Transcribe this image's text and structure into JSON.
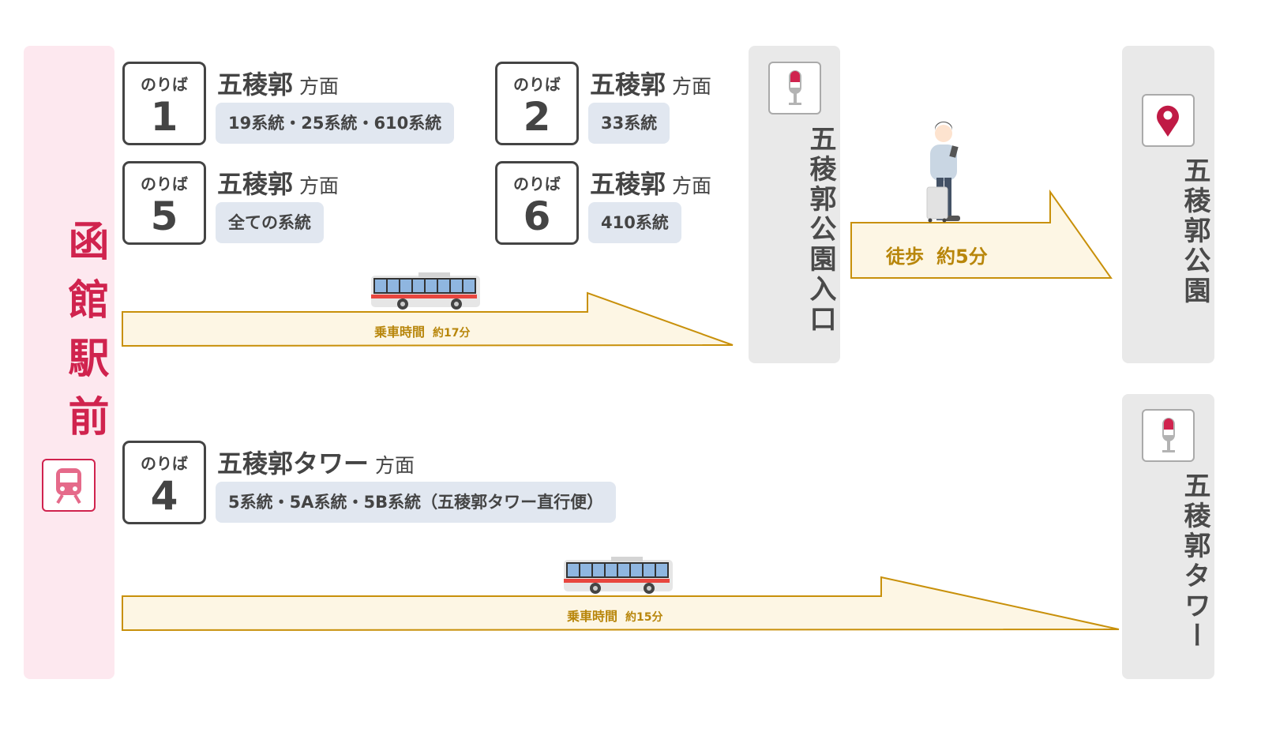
{
  "origin": {
    "name": "函館駅前",
    "icon": "train-icon"
  },
  "platform_label": "のりば",
  "platforms": [
    {
      "number": "1",
      "destination": "五稜郭",
      "suffix": "方面",
      "routes": "19系統・25系統・610系統"
    },
    {
      "number": "2",
      "destination": "五稜郭",
      "suffix": "方面",
      "routes": "33系統"
    },
    {
      "number": "5",
      "destination": "五稜郭",
      "suffix": "方面",
      "routes": "全ての系統"
    },
    {
      "number": "6",
      "destination": "五稜郭",
      "suffix": "方面",
      "routes": "410系統"
    },
    {
      "number": "4",
      "destination": "五稜郭タワー",
      "suffix": "方面",
      "routes": "5系統・5A系統・5B系統（五稜郭タワー直行便）"
    }
  ],
  "ride1": {
    "label": "乗車時間",
    "value": "約17分"
  },
  "ride2": {
    "label": "乗車時間",
    "value": "約15分"
  },
  "walk": {
    "label": "徒歩",
    "value": "約5分"
  },
  "stops": {
    "park_entrance": "五稜郭公園入口",
    "park": "五稜郭公園",
    "tower": "五稜郭タワー"
  },
  "colors": {
    "accent": "#d0234e",
    "arrow_fill": "#fdf6e4",
    "arrow_stroke": "#c8900a",
    "pill": "#e1e7f0"
  }
}
